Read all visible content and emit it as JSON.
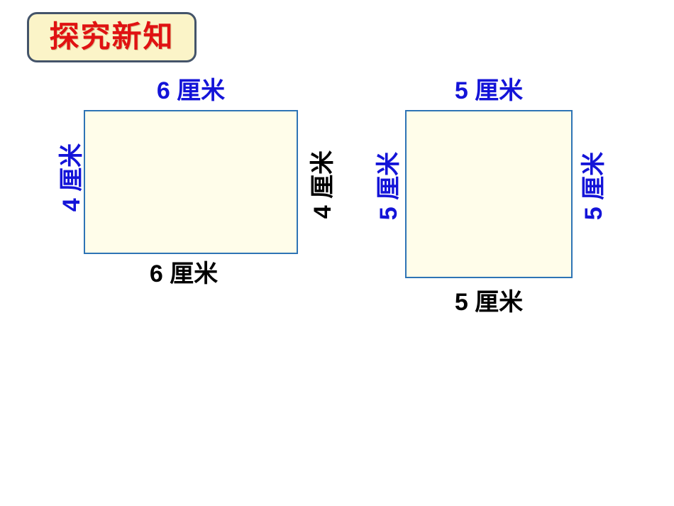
{
  "slide": {
    "badge": {
      "title": "探究新知"
    },
    "figures": [
      {
        "id": "rectangle",
        "labels": {
          "top": "6 厘米",
          "left": "4 厘米",
          "right": "4 厘米",
          "bottom": "6 厘米"
        }
      },
      {
        "id": "square",
        "labels": {
          "top": "5 厘米",
          "left": "5 厘米",
          "right": "5 厘米",
          "bottom": "5 厘米"
        }
      }
    ],
    "colors": {
      "title_red": "#e01212",
      "badge_fill": "#fbf4c8",
      "badge_border": "#44546a",
      "dimension_blue": "#1414d8",
      "dimension_black": "#000000",
      "shape_border": "#2e74b5",
      "shape_fill": "#fffdea"
    }
  }
}
